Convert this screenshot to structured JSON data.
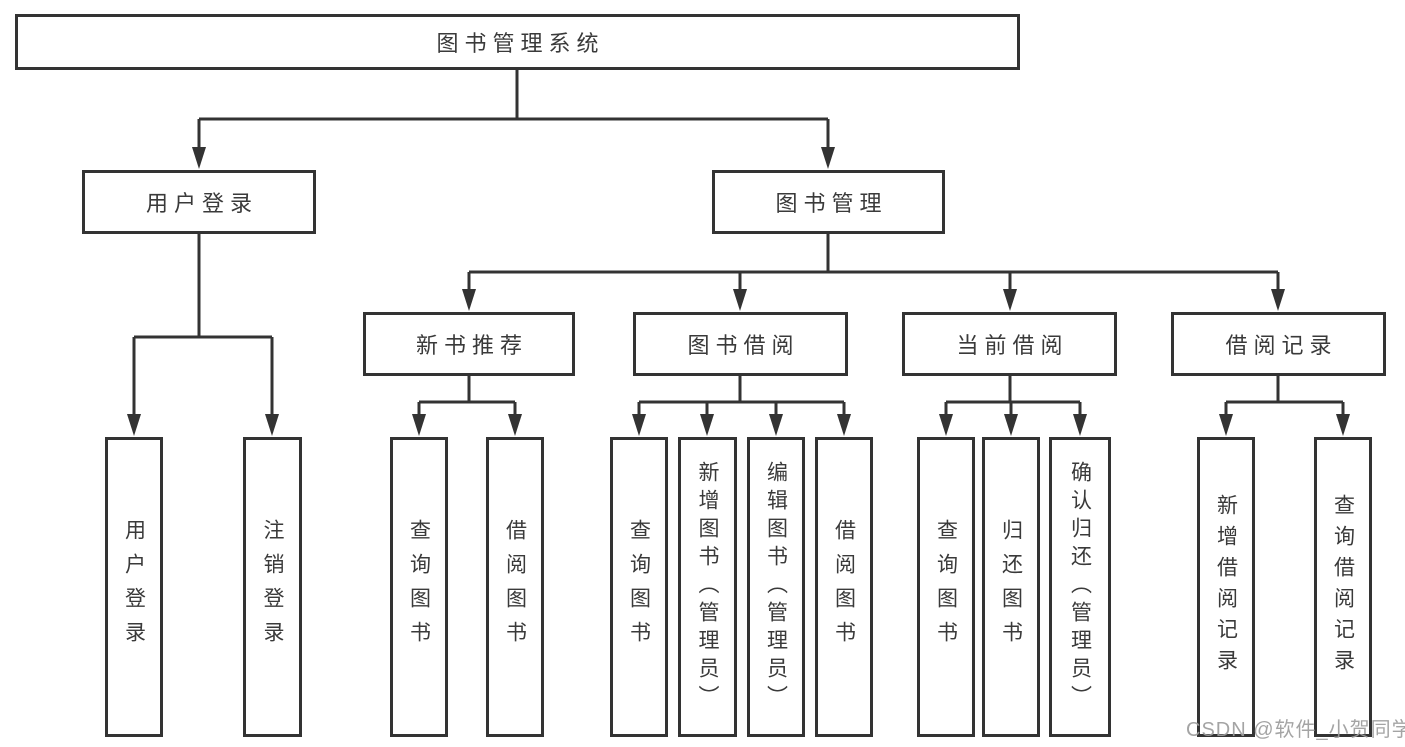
{
  "tree": {
    "root": "图书管理系统",
    "children": [
      {
        "label": "用户登录",
        "children": [
          "用户登录",
          "注销登录"
        ]
      },
      {
        "label": "图书管理",
        "children": [
          {
            "label": "新书推荐",
            "children": [
              "查询图书",
              "借阅图书"
            ]
          },
          {
            "label": "图书借阅",
            "children": [
              "查询图书",
              "新增图书（管理员）",
              "编辑图书（管理员）",
              "借阅图书"
            ]
          },
          {
            "label": "当前借阅",
            "children": [
              "查询图书",
              "归还图书",
              "确认归还（管理员）"
            ]
          },
          {
            "label": "借阅记录",
            "children": [
              "新增借阅记录",
              "查询借阅记录"
            ]
          }
        ]
      }
    ]
  },
  "watermark": {
    "text": "CSDN @软件_小贺同学"
  },
  "colors": {
    "line": "#333333",
    "box_border": "#333333",
    "box_fill": "#ffffff",
    "text": "#3a3a3a",
    "watermark": "#9d9d9d",
    "background": "#ffffff"
  }
}
